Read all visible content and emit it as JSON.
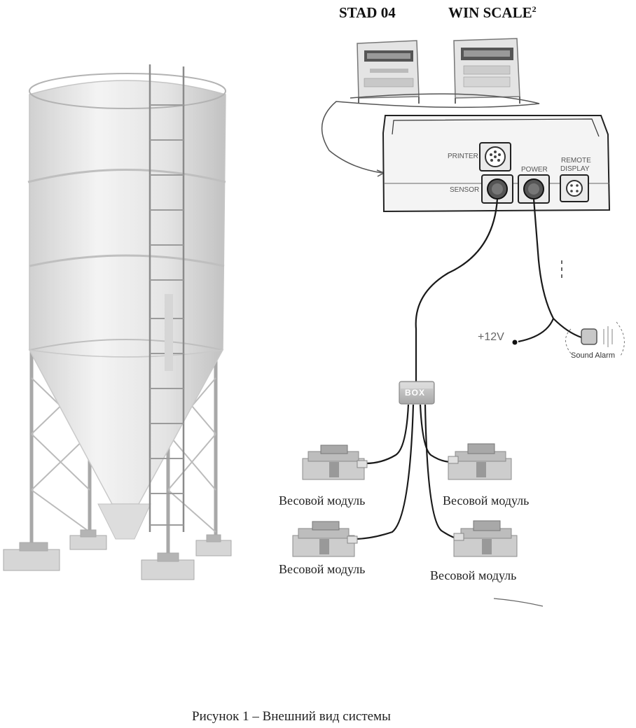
{
  "header": {
    "device_1": "STAD 04",
    "device_2": "WIN SCALE",
    "device_2_sup": "2"
  },
  "panel": {
    "printer": "PRINTER",
    "power": "POWER",
    "remote": "REMOTE",
    "display": "DISPLAY",
    "sensor": "SENSOR"
  },
  "supply": {
    "voltage": "+12V",
    "alarm": "Sound Alarm"
  },
  "junction_box": "BOX",
  "modules": [
    "Весовой модуль",
    "Весовой модуль",
    "Весовой модуль",
    "Весовой модуль"
  ],
  "caption": "Рисунок 1 – Внешний вид системы"
}
